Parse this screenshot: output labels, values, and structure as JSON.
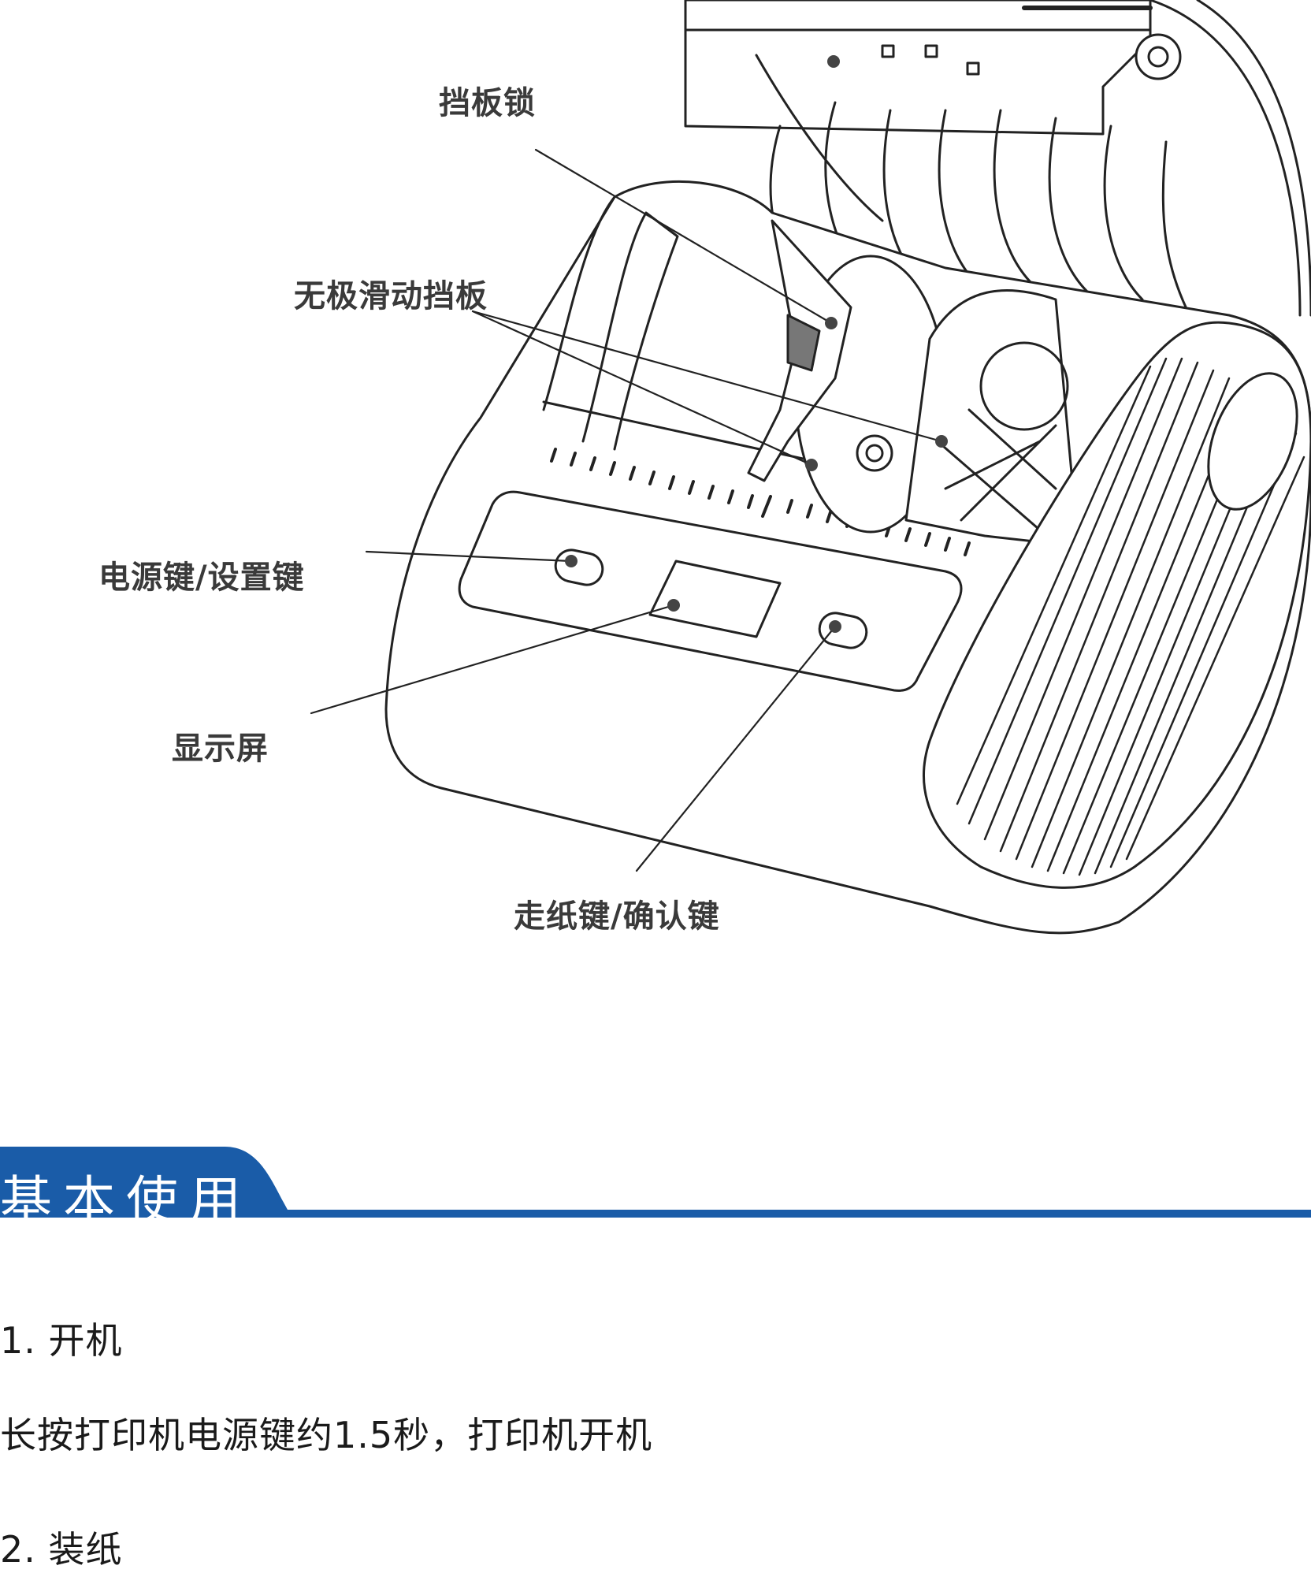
{
  "callouts": {
    "baffle_lock": "挡板锁",
    "stepless_slide_baffle": "无极滑动挡板",
    "power_setting_key": "电源键/设置键",
    "display_screen": "显示屏",
    "feed_confirm_key": "走纸键/确认键"
  },
  "section": {
    "title": "基本使用",
    "accent_color": "#1a5ca8"
  },
  "steps": [
    {
      "heading": "1. 开机",
      "text": "长按打印机电源键约1.5秒，打印机开机"
    },
    {
      "heading": "2. 装纸"
    }
  ]
}
